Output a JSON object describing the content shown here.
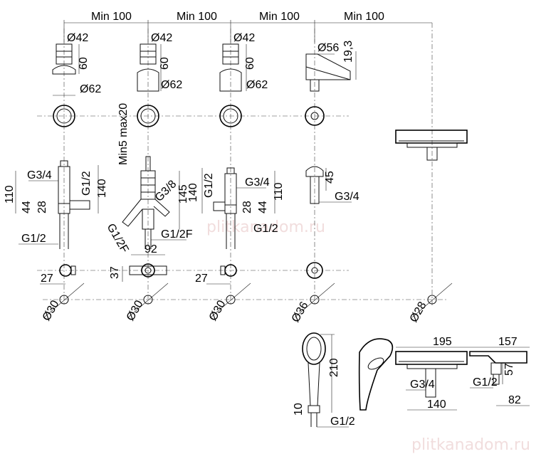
{
  "watermark": "plitkanadom.ru",
  "spacing": [
    "Min 100",
    "Min 100",
    "Min 100",
    "Min 100"
  ],
  "valve1": {
    "top_d": "Ø42",
    "height": "60",
    "base_d": "Ø62",
    "in": "G3/4",
    "out": "G1/2",
    "h110": "110",
    "h140": "140",
    "d44": "44",
    "d28": "28",
    "bottom": "G1/2",
    "off": "27",
    "hole": "Ø30"
  },
  "valve2": {
    "top_d": "Ø42",
    "height": "60",
    "base_d": "Ø62",
    "adjust": "Min5 max20",
    "g38": "G3/8",
    "h145": "145",
    "g12f_l": "G1/2F",
    "g12f_r": "G1/2F",
    "w92": "92",
    "h37": "37",
    "hole": "Ø30"
  },
  "valve3": {
    "top_d": "Ø42",
    "height": "60",
    "base_d": "Ø62",
    "in": "G3/4",
    "out": "G1/2",
    "h140": "140",
    "h110": "110",
    "d28": "28",
    "d44": "44",
    "bottom": "G1/2",
    "off": "27",
    "hole": "Ø30"
  },
  "spout": {
    "d56": "Ø56",
    "h19": "19,3",
    "h45": "45",
    "g34": "G3/4",
    "hole": "Ø36"
  },
  "shower": {
    "hole": "Ø28"
  },
  "handshower": {
    "h210": "210",
    "h10": "10",
    "g12": "G1/2"
  },
  "head": {
    "w195": "195",
    "w140": "140",
    "g34": "G3/4"
  },
  "cascade": {
    "w157": "157",
    "h57": "57",
    "w82": "82",
    "g12": "G1/2"
  }
}
